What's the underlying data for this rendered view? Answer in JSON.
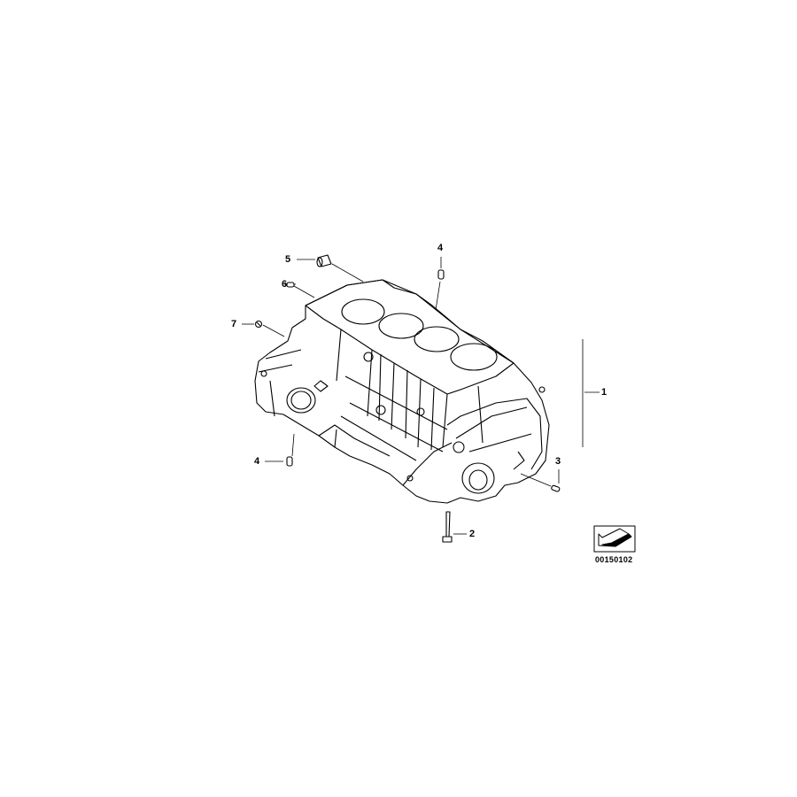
{
  "diagram": {
    "callouts": [
      {
        "number": "1",
        "part": "engine-block"
      },
      {
        "number": "2",
        "part": "bolt"
      },
      {
        "number": "3",
        "part": "dowel-pin"
      },
      {
        "number": "4",
        "part": "dowel-sleeve-top"
      },
      {
        "number": "4",
        "part": "dowel-sleeve-bottom"
      },
      {
        "number": "5",
        "part": "sleeve"
      },
      {
        "number": "6",
        "part": "pin"
      },
      {
        "number": "7",
        "part": "plug"
      }
    ],
    "figure_code": "00150102",
    "badge_icon": "arrow-left-down-icon",
    "line_color": "#000000"
  }
}
